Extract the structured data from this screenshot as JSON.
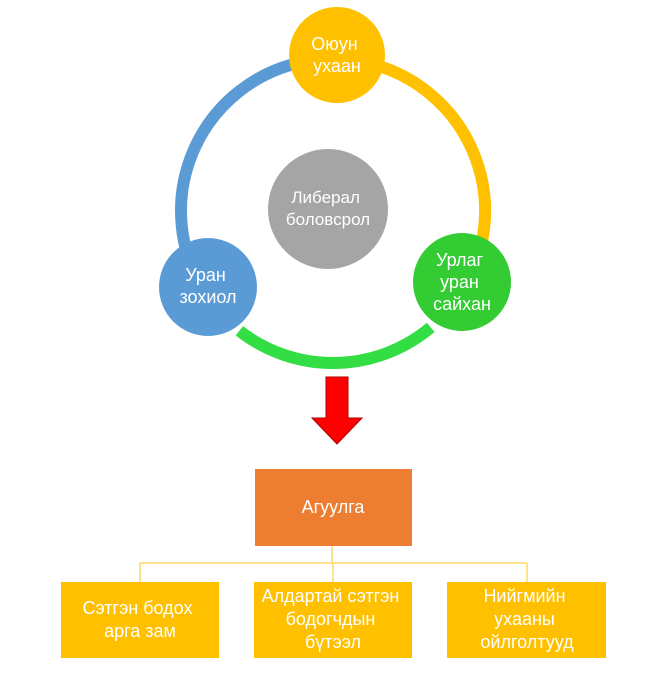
{
  "cycle": {
    "center": {
      "lines": [
        "Либерал",
        "боловсрол"
      ],
      "color": "#A5A5A5"
    },
    "nodes": [
      {
        "key": "top",
        "lines": [
          "Оюун",
          "ухаан"
        ],
        "color": "#FFC000"
      },
      {
        "key": "right",
        "lines": [
          "Урлаг",
          "уран",
          "сайхан"
        ],
        "color": "#33CC33"
      },
      {
        "key": "left",
        "lines": [
          "Уран",
          "зохиол"
        ],
        "color": "#5B9BD5"
      }
    ],
    "arcs": [
      {
        "from": "top",
        "to": "right",
        "color": "#FFC000"
      },
      {
        "from": "right",
        "to": "left",
        "color": "#33DD44"
      },
      {
        "from": "left",
        "to": "top",
        "color": "#5B9BD5"
      }
    ]
  },
  "arrow": {
    "color": "#FF0000",
    "stroke": "#B00000"
  },
  "tree": {
    "root": {
      "lines": [
        "Агуулга"
      ],
      "color": "#ED7D31"
    },
    "connector_color": "#FFD966",
    "children": [
      {
        "lines": [
          "Сэтгэн бодох",
          "арга зам"
        ],
        "color": "#FFC000"
      },
      {
        "lines": [
          "Алдартай сэтгэн",
          "бодогчдын",
          "бүтээл"
        ],
        "color": "#FFC000"
      },
      {
        "lines": [
          "Нийгмийн",
          "ухааны",
          "ойлголтууд"
        ],
        "color": "#FFC000"
      }
    ]
  }
}
